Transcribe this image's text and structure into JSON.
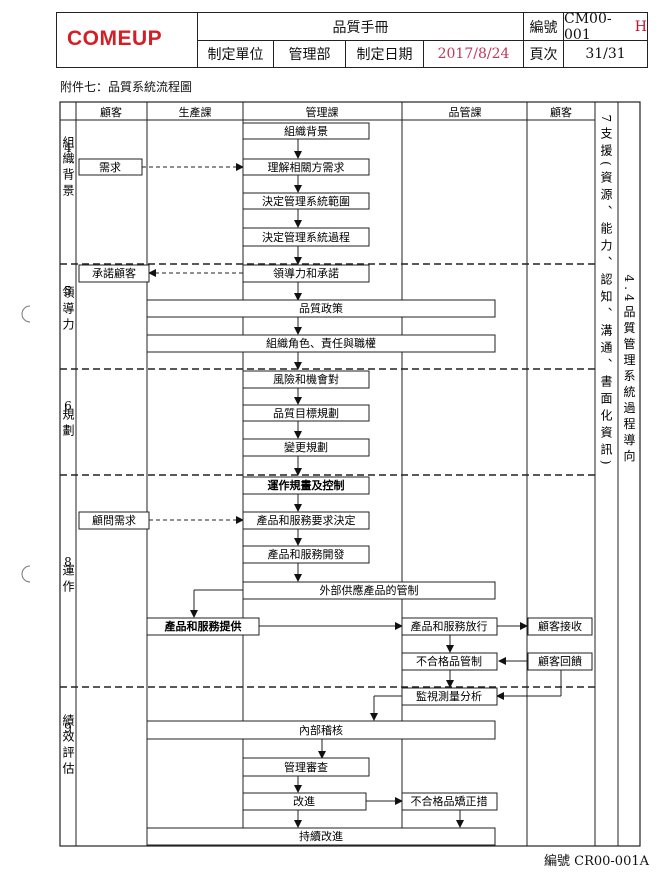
{
  "header": {
    "logo_text": "COMEUP",
    "doc_title": "品質手冊",
    "code_label": "編號",
    "code_value": "CM00-001",
    "code_suffix": "H",
    "dept_label": "制定單位",
    "dept_value": "管理部",
    "date_label": "制定日期",
    "date_value": "2017/8/24",
    "page_label": "頁次",
    "page_value": "31/31"
  },
  "attachment_title": "附件七：品質系統流程圖",
  "columns": [
    "顧客",
    "生產課",
    "管理課",
    "品管課",
    "顧客"
  ],
  "sections": [
    {
      "num": "4",
      "label": "組織背景"
    },
    {
      "num": "5",
      "label": "領導力"
    },
    {
      "num": "6",
      "label": "規劃"
    },
    {
      "num": "8",
      "label": "運作"
    },
    {
      "num": "9",
      "label": "績效評估"
    }
  ],
  "side_support": "7支援(資源、能力、認知、溝通、書面化資訊)",
  "side_scope": "4.4品質管理系統過程導向",
  "boxes": {
    "b1": "組織背景",
    "b2": "需求",
    "b3": "理解相關方需求",
    "b4": "決定管理系統範圍",
    "b5": "決定管理系統過程",
    "b6": "承諾顧客",
    "b7": "領導力和承諾",
    "b8": "品質政策",
    "b9": "組織角色、責任與職權",
    "b10": "風險和機會對",
    "b11": "品質目標規劃",
    "b12": "變更規劃",
    "b13": "運作規畫及控制",
    "b14": "顧問需求",
    "b15": "產品和服務要求決定",
    "b16": "產品和服務開發",
    "b17": "外部供應產品的管制",
    "b18": "產品和服務提供",
    "b19": "產品和服務放行",
    "b20": "顧客接收",
    "b21": "不合格品管制",
    "b22": "顧客回饋",
    "b23": "監視測量分析",
    "b24": "內部稽核",
    "b25": "管理審查",
    "b26": "改進",
    "b27": "不合格品矯正措",
    "b28": "持續改進"
  },
  "footer_code": "編號 CR00-001A"
}
